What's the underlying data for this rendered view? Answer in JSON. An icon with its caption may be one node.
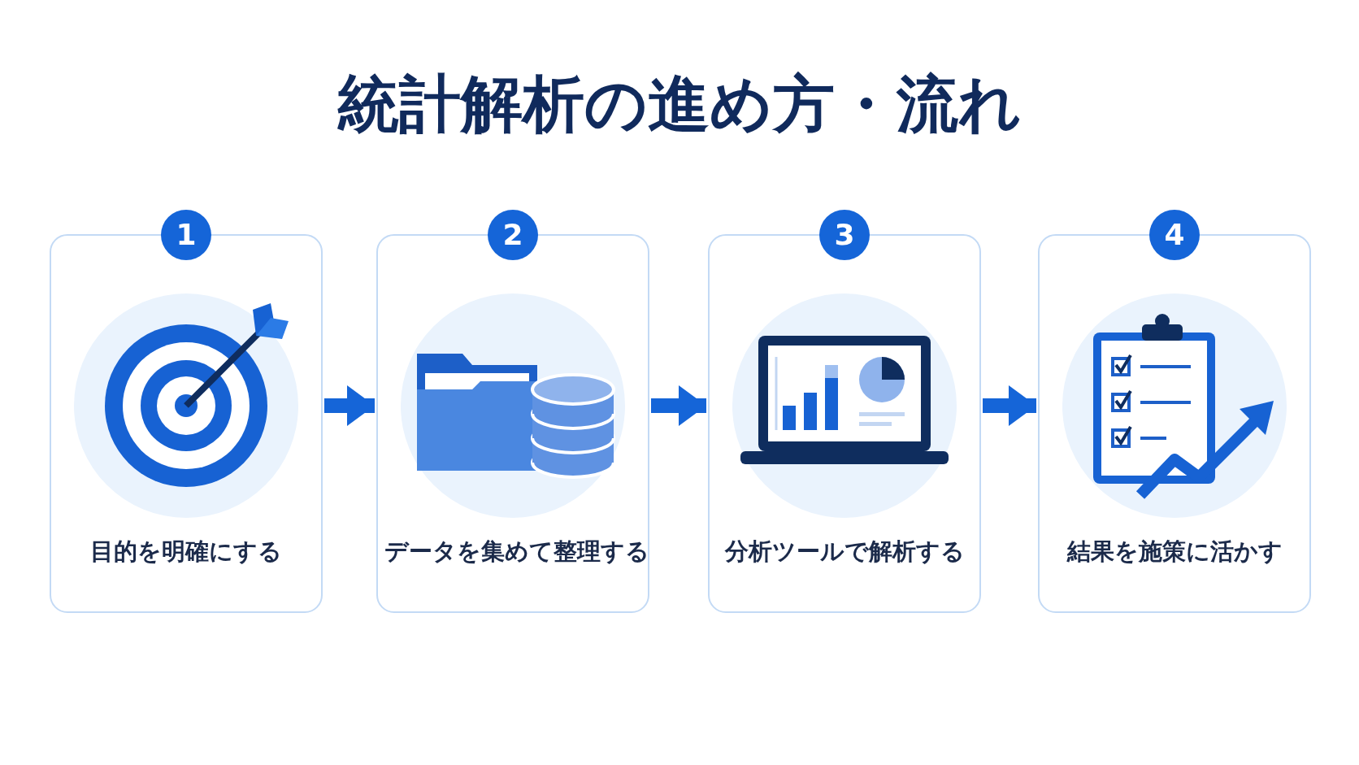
{
  "diagram": {
    "title": "統計解析の進め方・流れ",
    "nodes": [
      {
        "text": [
          "1",
          "目的を明確にする"
        ]
      },
      {
        "text": [
          "2",
          "データを集めて整理する"
        ]
      },
      {
        "text": [
          "3",
          "分析ツールで解析する"
        ]
      },
      {
        "text": [
          "4",
          "結果を施策に活かす"
        ]
      }
    ],
    "edges": [
      {
        "from": 0,
        "to": 1,
        "arrow": "to"
      },
      {
        "from": 1,
        "to": 2,
        "arrow": "to"
      },
      {
        "from": 2,
        "to": 3,
        "arrow": "to"
      }
    ]
  }
}
